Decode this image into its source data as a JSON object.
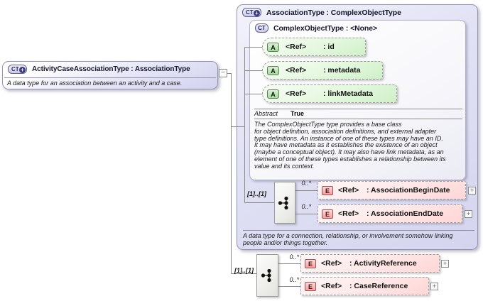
{
  "glyphs": {
    "complex_type": "CT",
    "complex_type_plus": "+",
    "attribute": "A",
    "element": "E",
    "collapse": "−",
    "expand": "+"
  },
  "colors": {
    "container_fill": "#d8d8f1",
    "attribute_fill": "#cff0c8",
    "element_fill": "#ffd6d6",
    "icon_navy": "#3a3a80",
    "border_gray": "#9494b4"
  },
  "main_type": {
    "title": "ActivityCaseAssociationType : AssociationType",
    "description": "A data type for an association between an activity and a case."
  },
  "base_type": {
    "title": "AssociationType : ComplexObjectType",
    "description": "A data type for a connection, relationship, or involvement somehow linking\npeople and/or things together.",
    "parent_type": {
      "title": "ComplexObjectType : <None>",
      "attributes": [
        {
          "ref": "<Ref>",
          "name": ": id"
        },
        {
          "ref": "<Ref>",
          "name": ": metadata"
        },
        {
          "ref": "<Ref>",
          "name": ": linkMetadata"
        }
      ],
      "facet_label": "Abstract",
      "facet_value": "True",
      "documentation": "The ComplexObjectType type provides a base class\nfor object definition, association definitions, and external adapter\ntype definitions. An instance of one of these types may have an ID.\nIt may have metadata as it establishes the existence of an object\n(maybe a conceptual object). It may also have link metadata, as an\nelement of one of these types establishes a relationship between its\nvalue and its context."
    },
    "sequence": {
      "cardinality": "[1]..[1]",
      "elements": [
        {
          "occurs": "0..*",
          "ref": "<Ref>",
          "name": ": AssociationBeginDate"
        },
        {
          "occurs": "0..*",
          "ref": "<Ref>",
          "name": ": AssociationEndDate"
        }
      ]
    }
  },
  "root_sequence": {
    "cardinality": "[1]..[1]",
    "elements": [
      {
        "occurs": "0..*",
        "ref": "<Ref>",
        "name": ": ActivityReference"
      },
      {
        "occurs": "0..*",
        "ref": "<Ref>",
        "name": ": CaseReference"
      }
    ]
  }
}
